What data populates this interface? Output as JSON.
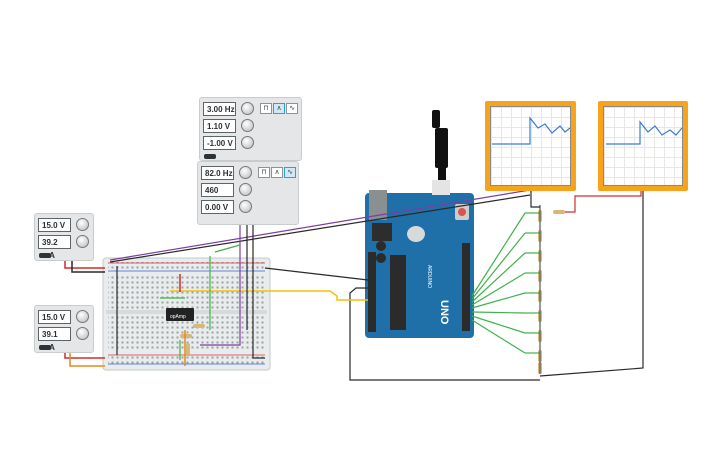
{
  "function_generator_1": {
    "frequency": "3.00 Hz",
    "amplitude": "1.10 V",
    "dc_offset": "-1.00 V"
  },
  "function_generator_2": {
    "frequency": "82.0 Hz",
    "amplitude": "460 mV",
    "dc_offset": "0.00 V"
  },
  "power_supply_1": {
    "voltage": "15.0 V",
    "current": "39.2 mA"
  },
  "power_supply_2": {
    "voltage": "15.0 V",
    "current": "39.1 mA"
  },
  "ic_label": "opAmp",
  "arduino": {
    "brand": "ARDUINO",
    "model": "UNO"
  },
  "colors": {
    "board": "#1f6fa8",
    "scope": "#f7a31b",
    "wire_green": "#3db24a",
    "wire_purple": "#7b3fa0",
    "wire_yellow": "#f2c20b",
    "wire_red": "#d42a2a",
    "wire_orange": "#e68a1a",
    "wire_black": "#2a2a2a"
  }
}
